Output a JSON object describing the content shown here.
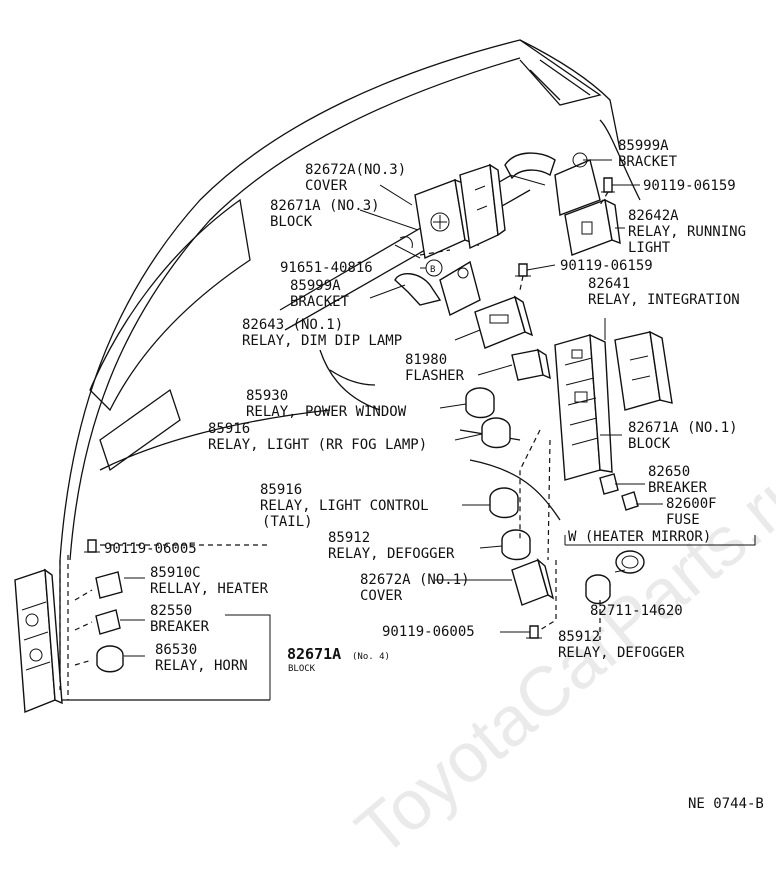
{
  "watermark": "ToyotaCarParts.ru",
  "diagram_code": "NE 0744-B",
  "labels": {
    "cover3_num": "82672A(NO.3)",
    "cover3_name": "COVER",
    "block3_num": "82671A (NO.3)",
    "block3_name": "BLOCK",
    "bracket_tr_num": "85999A",
    "bracket_tr_name": "BRACKET",
    "bolt_tr": "90119-06159",
    "relay_running_num": "82642A",
    "relay_running_name1": "RELAY, RUNNING",
    "relay_running_name2": "LIGHT",
    "clip": "91651-40816",
    "clip_b": "B",
    "bolt_mid": "90119-06159",
    "bracket_mid_num": "85999A",
    "bracket_mid_name": "BRACKET",
    "relay_integ_num": "82641",
    "relay_integ_name": "RELAY, INTEGRATION",
    "relay_dim_num": "82643 (NO.1)",
    "relay_dim_name": "RELAY, DIM DIP LAMP",
    "flasher_num": "81980",
    "flasher_name": "FLASHER",
    "relay_pw_num": "85930",
    "relay_pw_name": "RELAY, POWER WINDOW",
    "relay_fog_num": "85916",
    "relay_fog_name": "RELAY, LIGHT (RR FOG LAMP)",
    "block1_num": "82671A (NO.1)",
    "block1_name": "BLOCK",
    "breaker_r_num": "82650",
    "breaker_r_name": "BREAKER",
    "fuse_num": "82600F",
    "fuse_name": "FUSE",
    "relay_lc_num": "85916",
    "relay_lc_name1": "RELAY, LIGHT CONTROL",
    "relay_lc_name2": "(TAIL)",
    "bolt_l": "90119-06005",
    "relay_def_num": "85912",
    "relay_def_name": "RELAY, DEFOGGER",
    "heater_mirror": "W (HEATER MIRROR)",
    "relay_heat_num": "85910C",
    "relay_heat_name": "RELLAY, HEATER",
    "cover1_num": "82672A (NO.1)",
    "cover1_name": "COVER",
    "socket_num": "82711-14620",
    "relay_def2_num": "85912",
    "relay_def2_name": "RELAY, DEFOGGER",
    "breaker_l_num": "82550",
    "breaker_l_name": "BREAKER",
    "bolt_b": "90119-06005",
    "horn_num": "86530",
    "horn_name": "RELAY, HORN",
    "block4_num": "82671A",
    "block4_no": "(No. 4)",
    "block4_name": "BLOCK"
  }
}
